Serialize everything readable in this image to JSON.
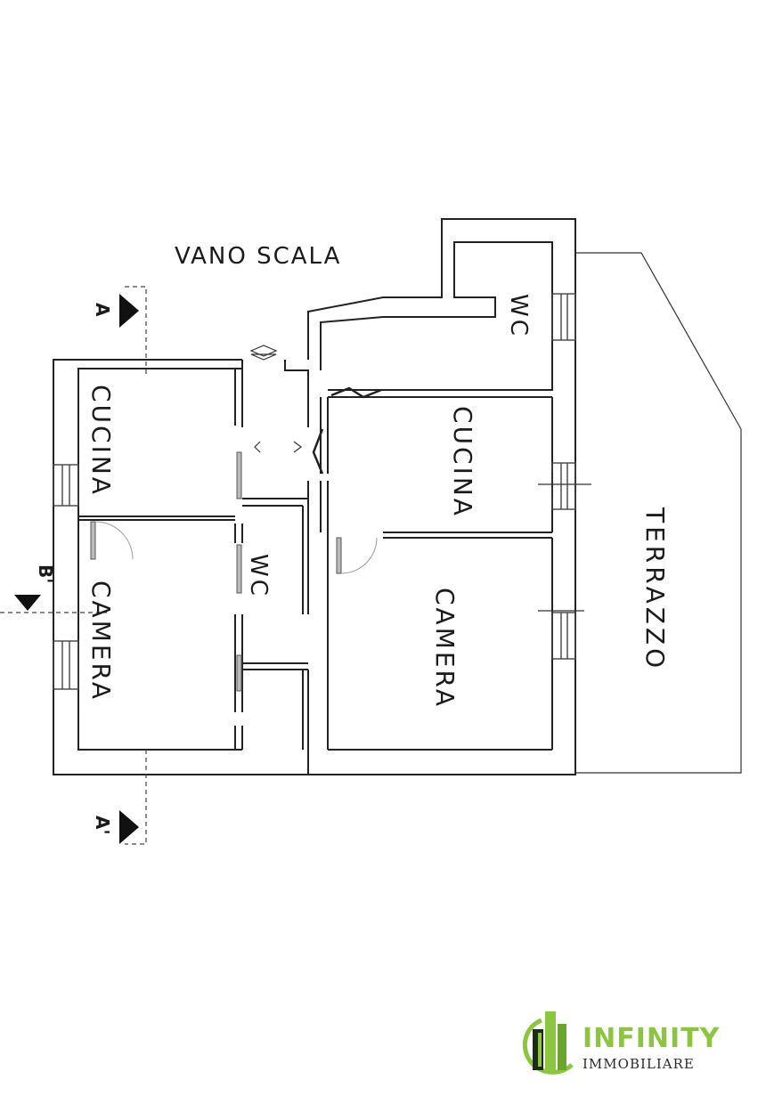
{
  "plan": {
    "stairwell": "VANO SCALA",
    "terrace": "TERRAZZO",
    "left_unit": {
      "kitchen": "CUCINA",
      "bedroom": "CAMERA",
      "bathroom": "WC"
    },
    "right_unit": {
      "kitchen": "CUCINA",
      "bedroom": "CAMERA",
      "bathroom": "WC"
    },
    "section_marks": {
      "a_top": "A",
      "a_bottom": "A'",
      "b": "B'"
    }
  },
  "logo": {
    "name": "INFINITY",
    "subtitle": "IMMOBILIARE",
    "colors": {
      "green": "#8cc63f",
      "dark": "#1f2a1f"
    }
  }
}
